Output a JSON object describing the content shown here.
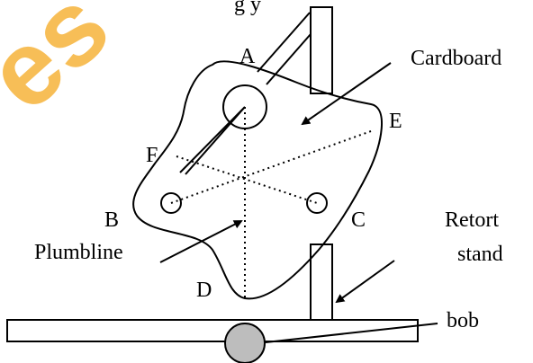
{
  "watermark": {
    "text": "es",
    "color": "#f6b33a"
  },
  "labels": {
    "top_partial": "g y",
    "a": "A",
    "b": "B",
    "c": "C",
    "d": "D",
    "e": "E",
    "f": "F",
    "cardboard": "Cardboard",
    "plumbline": "Plumbline",
    "retort_line1": "Retort",
    "retort_line2": "stand",
    "bob": "bob"
  },
  "colors": {
    "ink": "#000000",
    "bob_fill": "#bdbdbd",
    "background": "#ffffff"
  }
}
